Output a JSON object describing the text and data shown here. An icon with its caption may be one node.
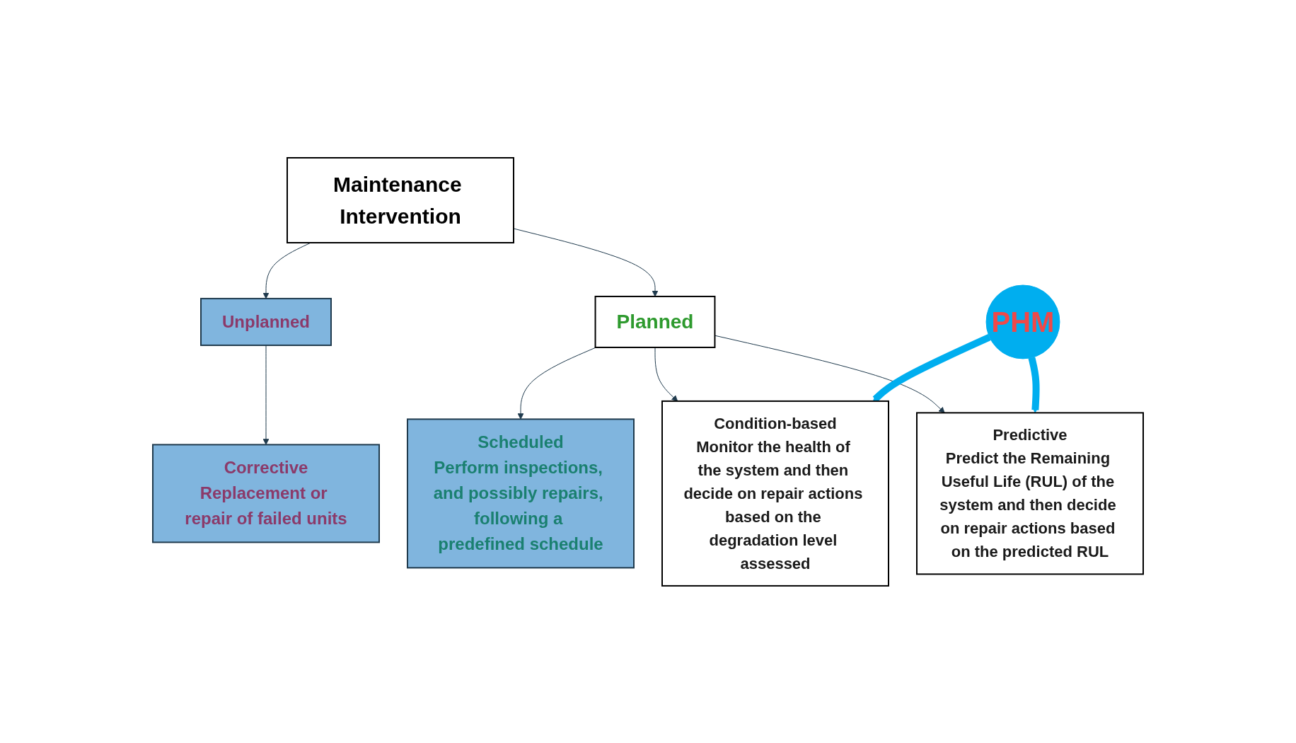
{
  "diagram": {
    "nodes": [
      {
        "text": [
          "Maintenance Intervention"
        ]
      },
      {
        "text": [
          "Unplanned"
        ]
      },
      {
        "text": [
          "Planned"
        ]
      },
      {
        "text": [
          "Corrective",
          "Replacement or repair of failed units"
        ]
      },
      {
        "text": [
          "Scheduled",
          "Perform inspections, and possibly repairs, following a predefined schedule"
        ]
      },
      {
        "text": [
          "Condition-based",
          "Monitor the health of the system and then decide on repair actions based on the degradation level assessed"
        ]
      },
      {
        "text": [
          "Predictive",
          "Predict the Remaining Useful Life (RUL) of the system and then decide on repair actions based on the predicted RUL"
        ]
      },
      {
        "text": [
          "PHM"
        ]
      }
    ],
    "edges": [
      {
        "from": 0,
        "to": 1,
        "arrow": "to"
      },
      {
        "from": 0,
        "to": 2,
        "arrow": "to"
      },
      {
        "from": 1,
        "to": 3,
        "arrow": "to"
      },
      {
        "from": 2,
        "to": 4,
        "arrow": "to"
      },
      {
        "from": 2,
        "to": 5,
        "arrow": "to"
      },
      {
        "from": 2,
        "to": 6,
        "arrow": "to"
      },
      {
        "from": 7,
        "to": 5,
        "arrow": "to",
        "style": "thick",
        "color": "#00aeef"
      },
      {
        "from": 7,
        "to": 6,
        "arrow": "to",
        "style": "thick",
        "color": "#00aeef"
      }
    ]
  }
}
